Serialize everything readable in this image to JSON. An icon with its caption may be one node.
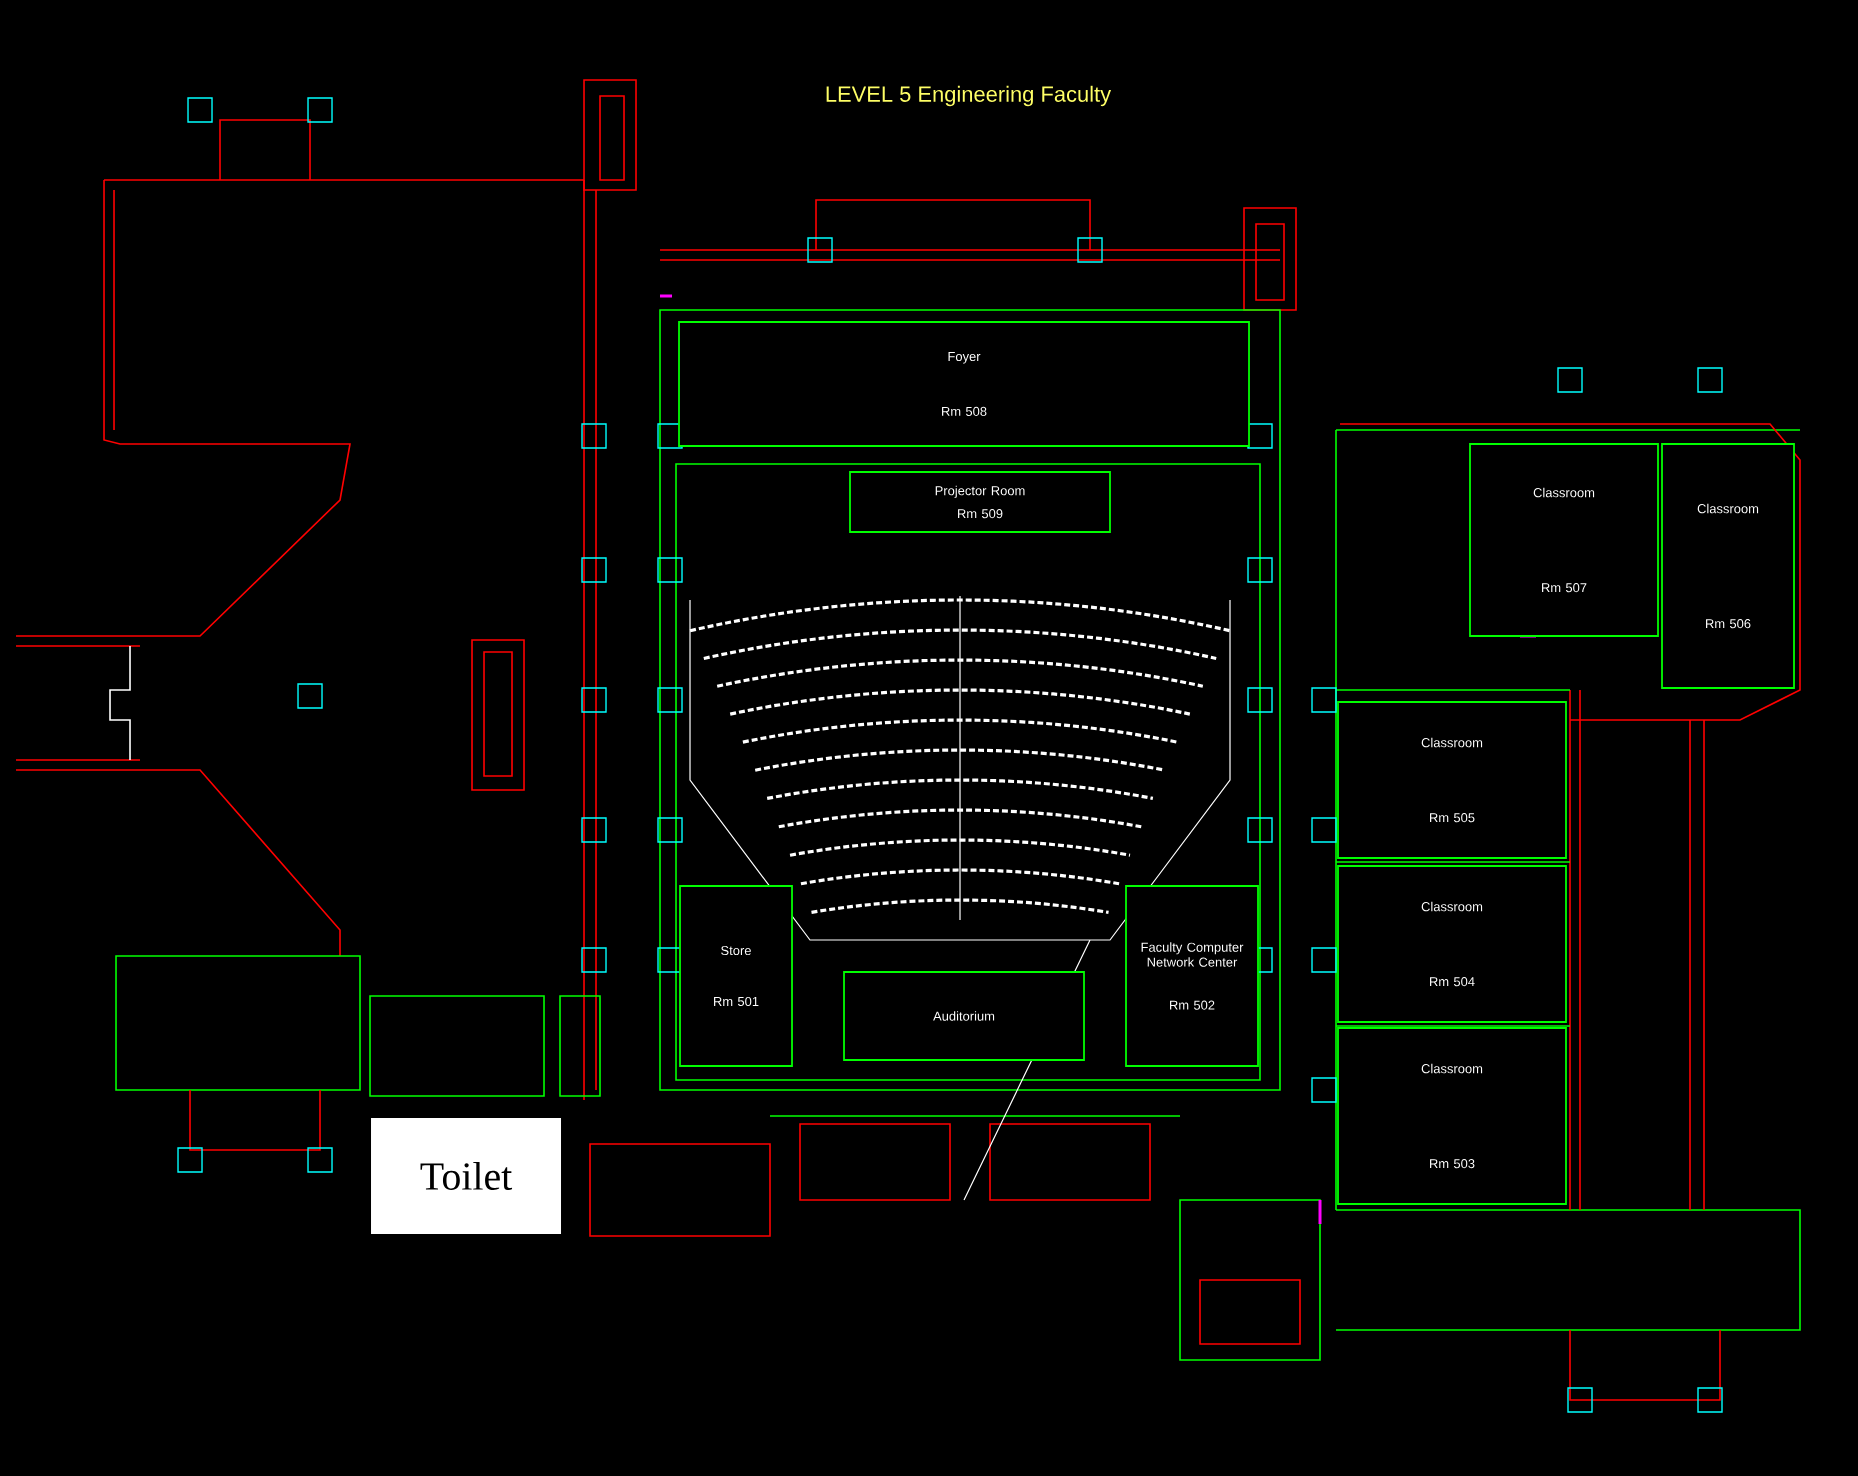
{
  "diagram": {
    "title": "LEVEL 5  Engineering Faculty",
    "nodes": [
      {
        "text": [
          "Foyer",
          "Rm 508"
        ]
      },
      {
        "text": [
          "Projector Room",
          "Rm 509"
        ]
      },
      {
        "text": [
          "Store",
          "Rm 501"
        ]
      },
      {
        "text": [
          "Auditorium"
        ]
      },
      {
        "text": [
          "Faculty Computer Network Center",
          "Rm 502"
        ]
      },
      {
        "text": [
          "Classroom",
          "Rm 507"
        ]
      },
      {
        "text": [
          "Classroom",
          "Rm 506"
        ]
      },
      {
        "text": [
          "Classroom",
          "Rm 505"
        ]
      },
      {
        "text": [
          "Classroom",
          "Rm 504"
        ]
      },
      {
        "text": [
          "Classroom",
          "Rm 503"
        ]
      },
      {
        "text": [
          "Toilet"
        ]
      }
    ]
  }
}
